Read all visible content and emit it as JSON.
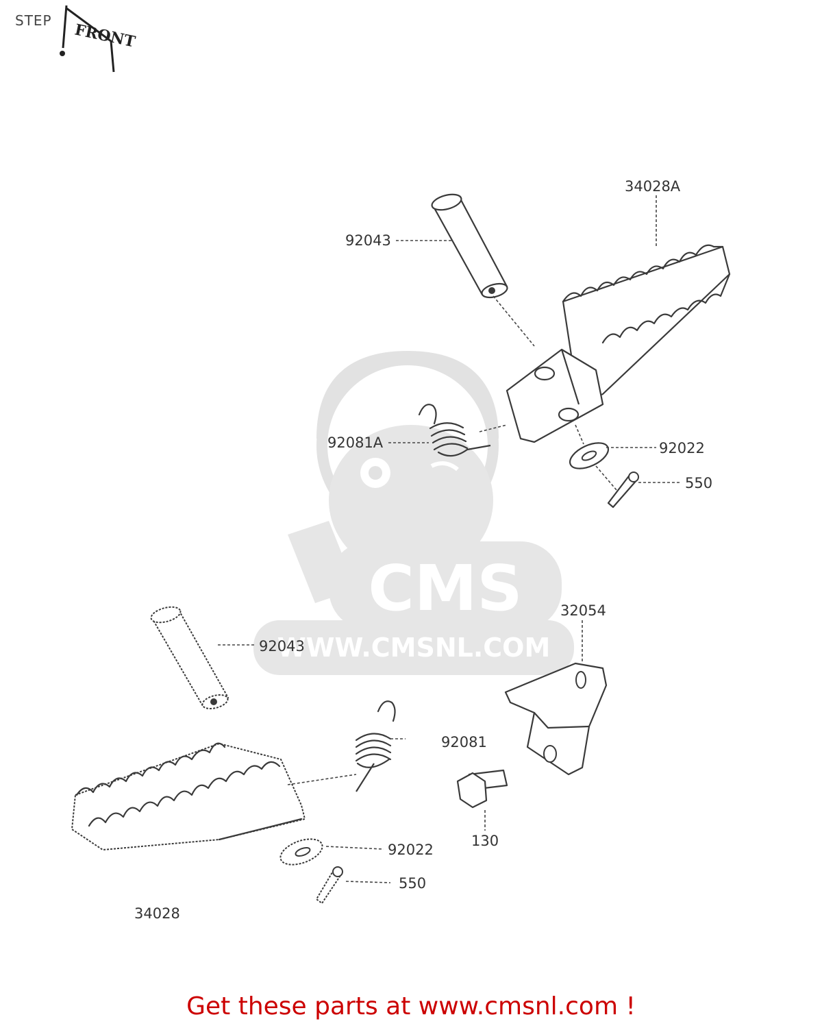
{
  "page": {
    "title": "STEP",
    "footer_text": "Get these parts at www.cmsnl.com !",
    "footer_color": "#cc0000"
  },
  "diagram": {
    "front_marker": "FRONT",
    "watermark": {
      "brand": "CMS",
      "url": "WWW.CMSNL.COM"
    },
    "parts": {
      "footpeg_upper": "34028A",
      "pin_upper": "92043",
      "spring_upper": "92081A",
      "washer_upper": "92022",
      "cotter_upper": "550",
      "bracket": "32054",
      "pin_lower": "92043",
      "bolt_ref": "92081",
      "bolt": "130",
      "washer_lower": "92022",
      "cotter_lower": "550",
      "footpeg_lower": "34028"
    }
  }
}
